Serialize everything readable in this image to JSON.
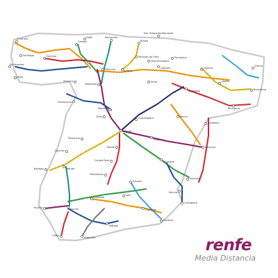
{
  "brand": {
    "wordmark": "renfe",
    "service": "Media Distancia",
    "color": "#8a1e63"
  },
  "colors": {
    "outline": "#c9c9c9",
    "orange": "#f29400",
    "blue": "#1d4f9c",
    "green": "#2f9e44",
    "red": "#d7262e",
    "purple": "#8a1e63",
    "cyan": "#38a9d8",
    "grey": "#7c7c7c",
    "gold": "#e0b400",
    "teal": "#17958a",
    "navy": "#23246b"
  },
  "cities": {
    "a_coruna": "A Coruña",
    "ourense": "Ourense",
    "vigo": "Vigo",
    "santiago": "Santiago",
    "pontevedra": "Pontevedra",
    "oviedo": "Oviedo",
    "gijon": "Gijón",
    "santander": "Santander",
    "san_sebastian": "San Sebastián/Donostia",
    "bilbao": "Bilbao",
    "leon": "León",
    "palencia": "Palencia",
    "burgos": "Burgos",
    "valladolid": "Valladolid",
    "zamora": "Zamora",
    "salamanca": "Salamanca",
    "miranda": "Miranda de Ebro",
    "vitoria": "Vitoria/Gasteiz",
    "pamplona": "Pamplona",
    "logrono": "Logroño",
    "soria": "Soria",
    "zaragoza": "Zaragoza",
    "huesca": "Huesca",
    "lleida": "Lleida",
    "girona": "Girona",
    "barcelona": "Barcelona",
    "tarragona": "Tarragona",
    "segovia": "Segovia",
    "avila": "Ávila",
    "madrid": "Madrid",
    "guadalajara": "Guadalajara",
    "cuenca": "Cuenca",
    "teruel": "Teruel",
    "castellon": "Castellón",
    "valencia": "Valencia",
    "caceres": "Cáceres",
    "badajoz": "Badajoz",
    "merida": "Mérida",
    "ciudad_real": "Ciudad Real",
    "toledo": "Toledo",
    "albacete": "Albacete",
    "alicante": "Alicante",
    "murcia": "Murcia",
    "cartagena": "Cartagena",
    "huelva": "Huelva",
    "sevilla": "Sevilla",
    "cordoba": "Córdoba",
    "jaen": "Jaén",
    "granada": "Granada",
    "almeria": "Almería",
    "malaga": "Málaga",
    "cadiz": "Cádiz",
    "algeciras": "Algeciras",
    "linares": "Linares",
    "puertollano": "Puertollano",
    "plasencia": "Plasencia"
  }
}
